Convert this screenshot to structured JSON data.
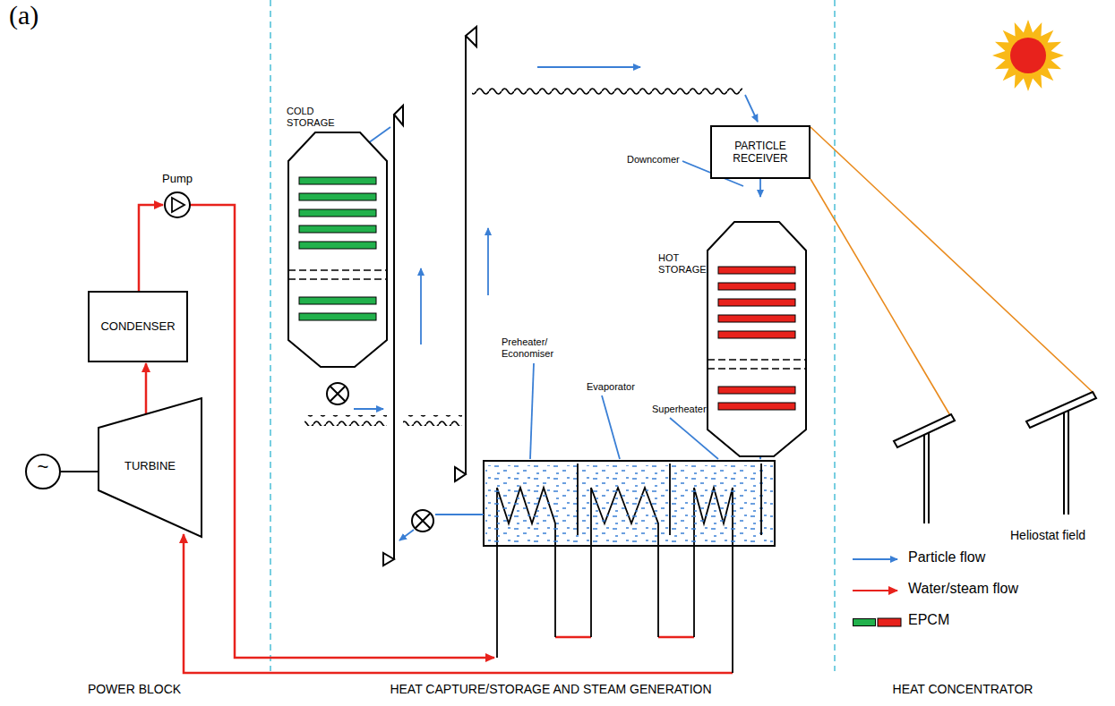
{
  "diagram": {
    "nodes": [
      {
        "text": [
          "CONDENSER"
        ]
      },
      {
        "text": [
          "TURBINE"
        ]
      },
      {
        "text": [
          "~"
        ]
      },
      {
        "text": [
          "Pump"
        ]
      },
      {
        "text": [
          "COLD STORAGE"
        ]
      },
      {
        "text": [
          "PARTICLE RECEIVER"
        ]
      },
      {
        "text": [
          "HOT STORAGE"
        ]
      }
    ],
    "edges": [
      {
        "from": 1,
        "to": 0,
        "arrow": "to"
      },
      {
        "from": 0,
        "to": 3,
        "arrow": "to"
      },
      {
        "from": 2,
        "to": 1,
        "arrow": "none"
      },
      {
        "from": 5,
        "to": 6,
        "arrow": "to"
      }
    ],
    "labels": [
      "(a)",
      "Downcomer",
      "Preheater/ Economiser",
      "Evaporator",
      "Superheater",
      "Heliostat field",
      "POWER BLOCK",
      "HEAT CAPTURE/STORAGE AND STEAM GENERATION",
      "HEAT CONCENTRATOR"
    ],
    "legend": [
      {
        "text": "Particle flow"
      },
      {
        "text": "Water/steam flow"
      },
      {
        "text": "EPCM",
        "color": "#22b14c"
      }
    ]
  }
}
